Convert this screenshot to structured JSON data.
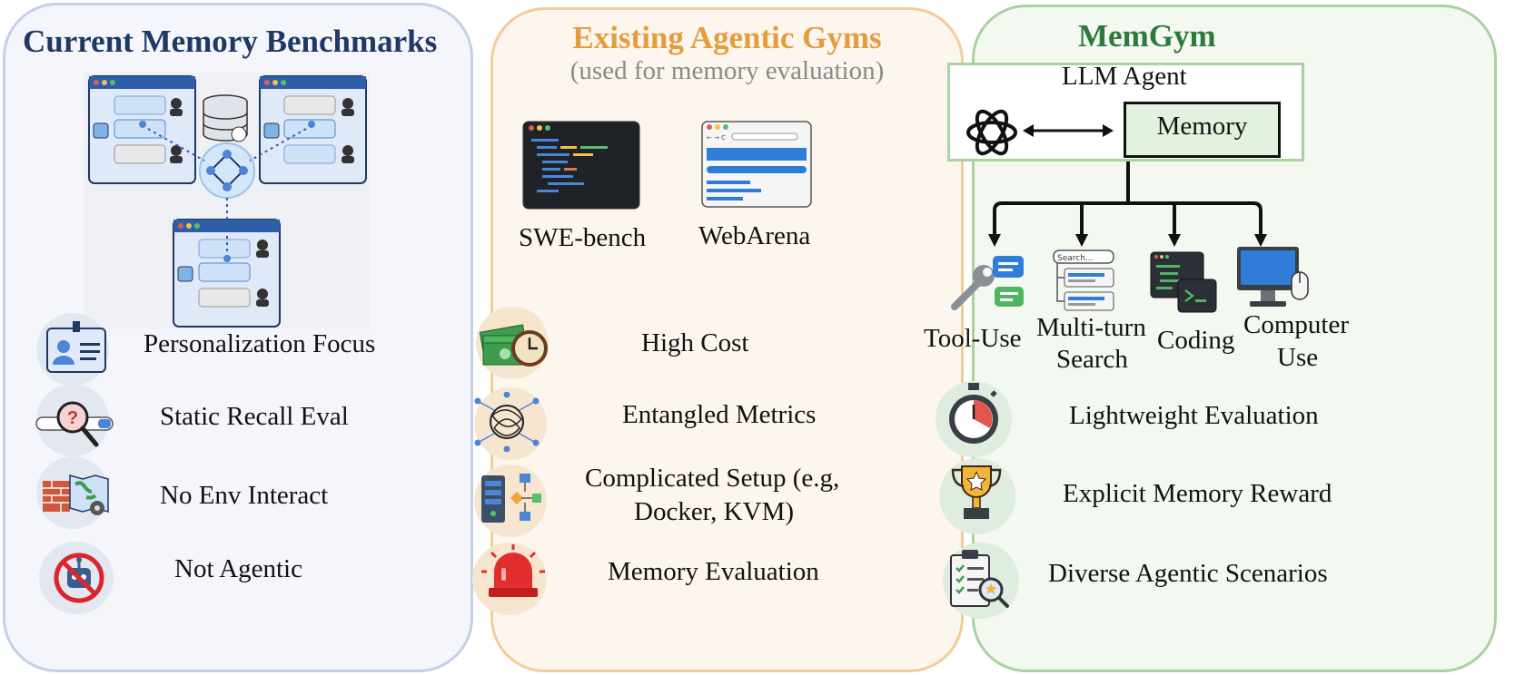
{
  "colors": {
    "blue_title": "#1f3864",
    "orange_title": "#e59c3e",
    "green_title": "#2e7a3c",
    "memory_box": "#e3f2df"
  },
  "panel_current": {
    "title": "Current Memory Benchmarks",
    "items": [
      "Personalization Focus",
      "Static Recall Eval",
      "No Env Interact",
      "Not Agentic"
    ],
    "icons": [
      "id-card-icon",
      "search-question-icon",
      "firewall-map-icon",
      "no-robot-icon"
    ]
  },
  "panel_existing": {
    "title": "Existing Agentic Gyms",
    "subtitle": "(used for memory evaluation)",
    "gyms": [
      "SWE-bench",
      "WebArena"
    ],
    "items": [
      "High Cost",
      "Entangled Metrics",
      "Complicated Setup (e.g,",
      "Docker, KVM)",
      "Memory Evaluation"
    ],
    "icons": [
      "money-clock-icon",
      "tangled-network-icon",
      "server-flow-icon",
      "alarm-light-icon"
    ]
  },
  "panel_memgym": {
    "title": "MemGym",
    "agent_label": "LLM Agent",
    "memory_label": "Memory",
    "scenarios": [
      "Tool-Use",
      "Multi-turn",
      "Search",
      "Coding",
      "Computer",
      "Use"
    ],
    "search_placeholder": "Search...",
    "items": [
      "Lightweight Evaluation",
      "Explicit Memory Reward",
      "Diverse Agentic Scenarios"
    ],
    "icons": [
      "stopwatch-icon",
      "trophy-icon",
      "checklist-icon"
    ]
  }
}
